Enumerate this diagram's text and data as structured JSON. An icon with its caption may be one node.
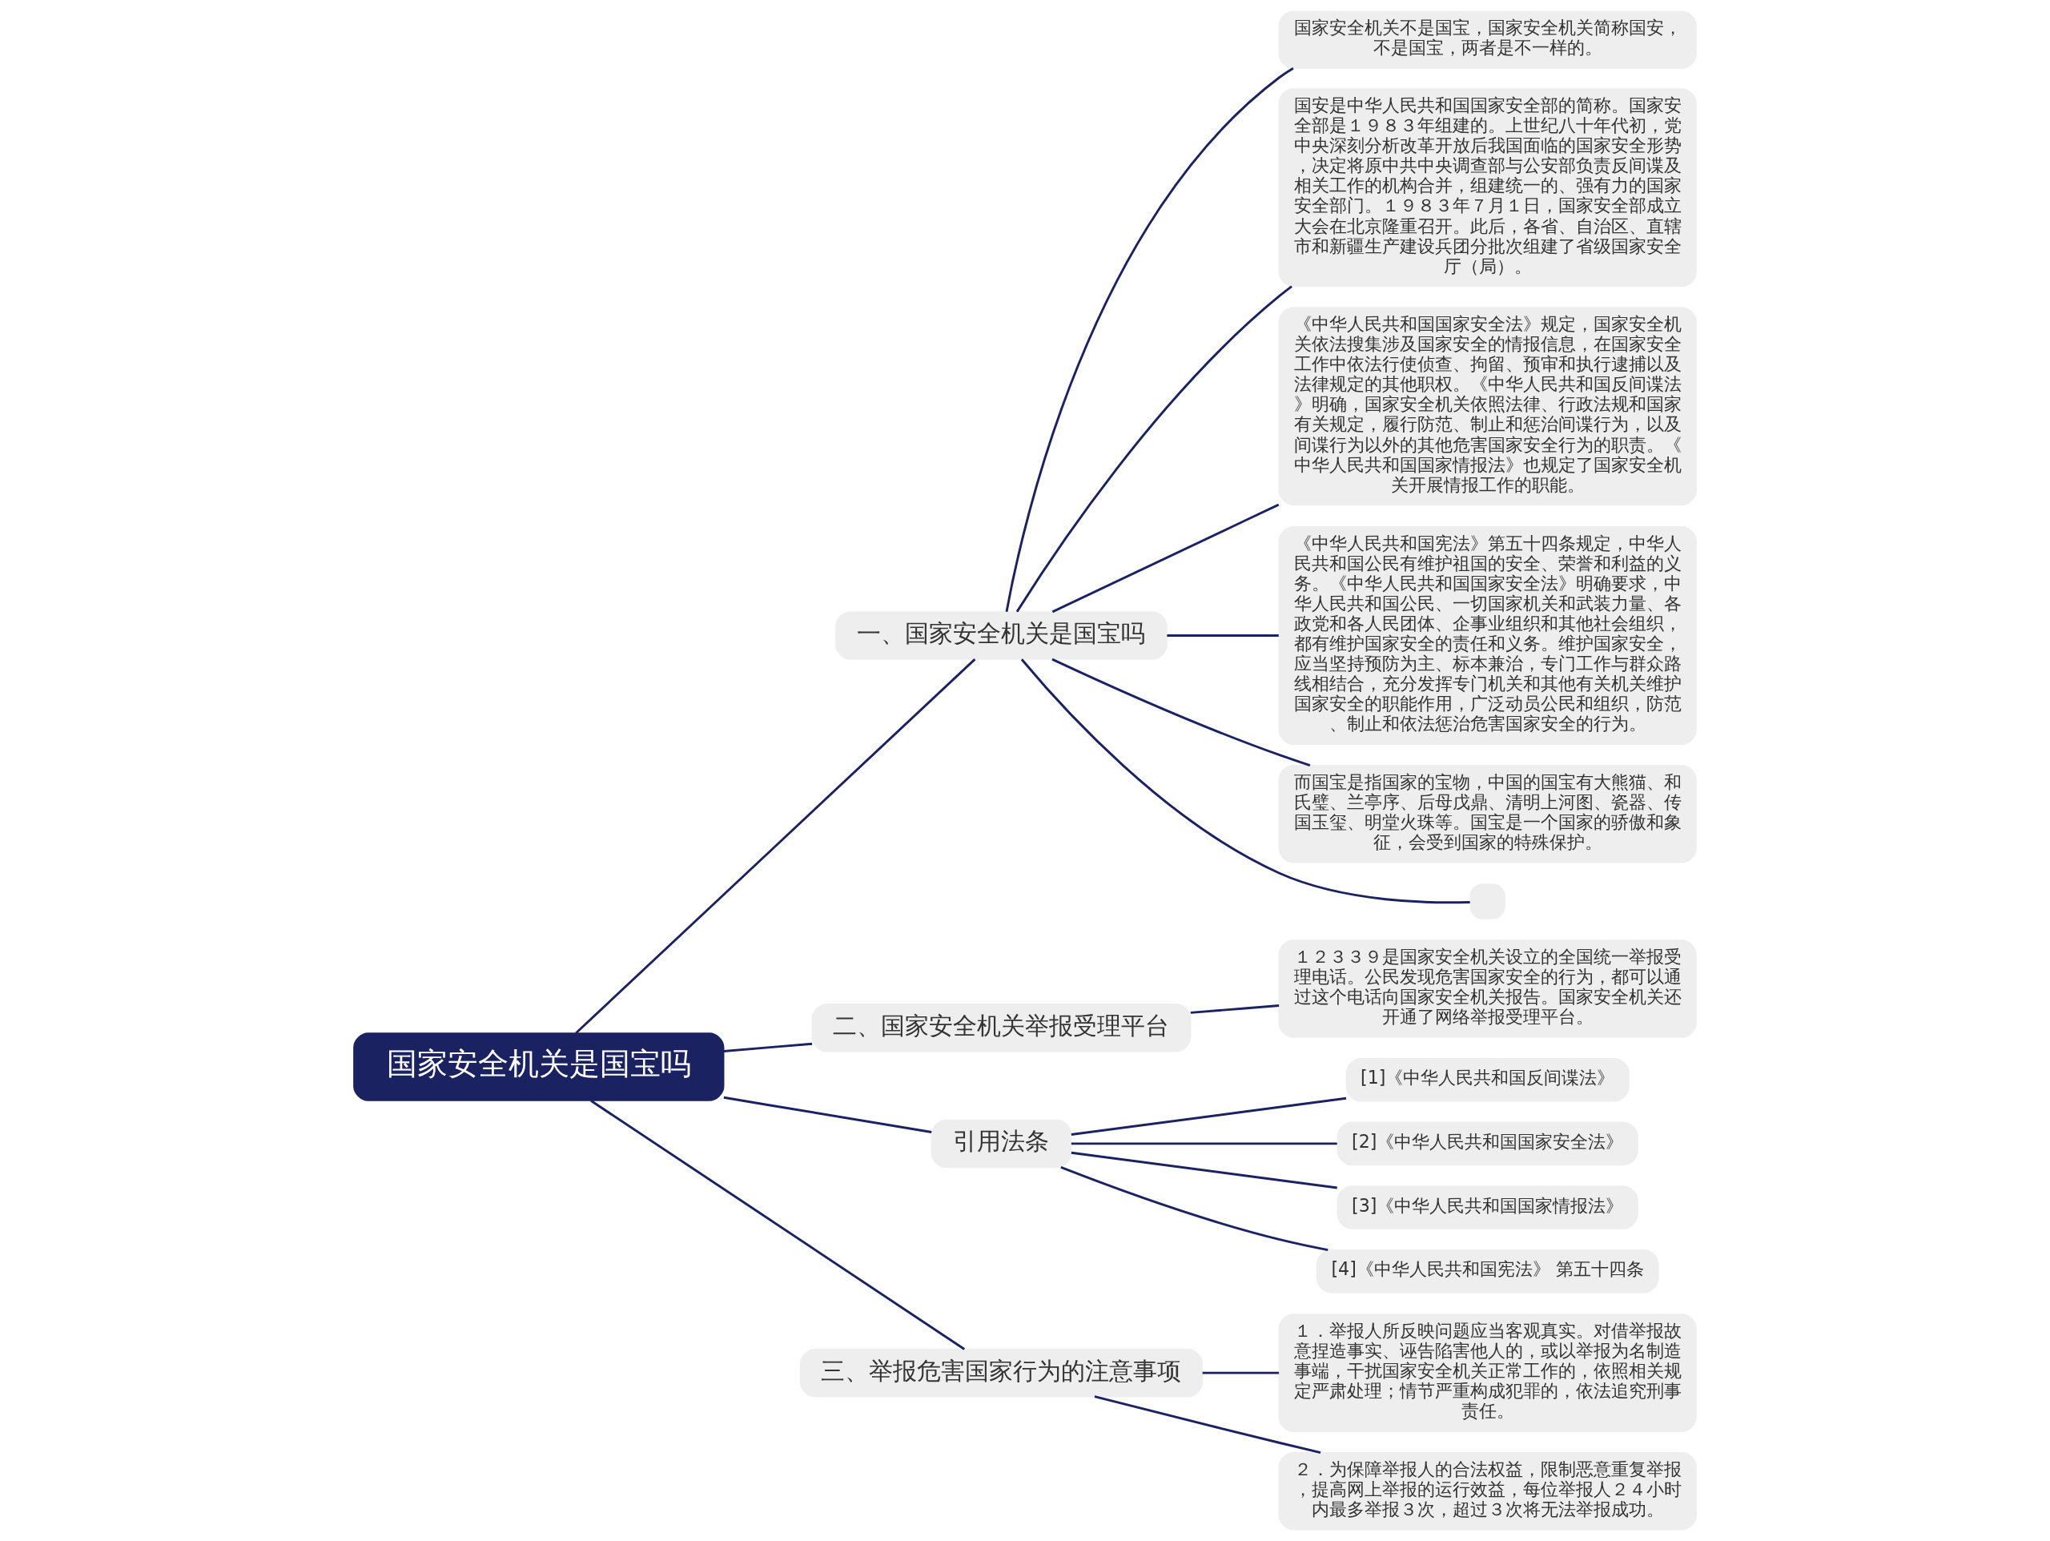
{
  "diagram": {
    "nodes": [
      {
        "text": [
          "国家安全机关是国宝吗"
        ]
      },
      {
        "text": [
          "一、国家安全机关是国宝吗"
        ]
      },
      {
        "text": [
          "国家安全机关不是国宝，国家安全机关简称国安，不是国宝，两者是不一样的。"
        ]
      },
      {
        "text": [
          "国安是中华人民共和国国家安全部的简称。国家安全部是１９８３年组建的。上世纪八十年代初，党中央深刻分析改革开放后我国面临的国家安全形势，决定将原中共中央调查部与公安部负责反间谍及相关工作的机构合并，组建统一的、强有力的国家安全部门。１９８３年７月１日，国家安全部成立大会在北京隆重召开。此后，各省、自治区、直辖市和新疆生产建设兵团分批次组建了省级国家安全厅（局）。"
        ]
      },
      {
        "text": [
          "《中华人民共和国国家安全法》规定，国家安全机关依法搜集涉及国家安全的情报信息，在国家安全工作中依法行使侦查、拘留、预审和执行逮捕以及法律规定的其他职权。《中华人民共和国反间谍法》明确，国家安全机关依照法律、行政法规和国家有关规定，履行防范、制止和惩治间谍行为，以及间谍行为以外的其他危害国家安全行为的职责。《中华人民共和国国家情报法》也规定了国家安全机关开展情报工作的职能。"
        ]
      },
      {
        "text": [
          "《中华人民共和国宪法》第五十四条规定，中华人民共和国公民有维护祖国的安全、荣誉和利益的义务。《中华人民共和国国家安全法》明确要求，中华人民共和国公民、一切国家机关和武装力量、各政党和各人民团体、企事业组织和其他社会组织，都有维护国家安全的责任和义务。维护国家安全，应当坚持预防为主、标本兼治，专门工作与群众路线相结合，充分发挥专门机关和其他有关机关维护国家安全的职能作用，广泛动员公民和组织，防范、制止和依法惩治危害国家安全的行为。"
        ]
      },
      {
        "text": [
          "而国宝是指国家的宝物，中国的国宝有大熊猫、和氏璧、兰亭序、后母戊鼎、清明上河图、瓷器、传国玉玺、明堂火珠等。国宝是一个国家的骄傲和象征，会受到国家的特殊保护。"
        ]
      },
      {
        "text": [],
        "shape": "box"
      },
      {
        "text": [
          "二、国家安全机关举报受理平台"
        ]
      },
      {
        "text": [
          "１２３３９是国家安全机关设立的全国统一举报受理电话。公民发现危害国家安全的行为，都可以通过这个电话向国家安全机关报告。国家安全机关还开通了网络举报受理平台。"
        ]
      },
      {
        "text": [
          "引用法条"
        ]
      },
      {
        "text": [
          "[1]《中华人民共和国反间谍法》"
        ]
      },
      {
        "text": [
          "[2]《中华人民共和国国家安全法》"
        ]
      },
      {
        "text": [
          "[3]《中华人民共和国国家情报法》"
        ]
      },
      {
        "text": [
          "[4]《中华人民共和国宪法》 第五十四条"
        ]
      },
      {
        "text": [
          "三、举报危害国家行为的注意事项"
        ]
      },
      {
        "text": [
          "１．举报人所反映问题应当客观真实。对借举报故意捏造事实、诬告陷害他人的，或以举报为名制造事端，干扰国家安全机关正常工作的，依照相关规定严肃处理；情节严重构成犯罪的，依法追究刑事责任。"
        ]
      },
      {
        "text": [
          "２．为保障举报人的合法权益，限制恶意重复举报，提高网上举报的运行效益，每位举报人２４小时内最多举报３次，超过３次将无法举报成功。"
        ]
      }
    ],
    "edges": [
      {
        "from": 0,
        "to": 1,
        "arrow": "none"
      },
      {
        "from": 1,
        "to": 2,
        "arrow": "none"
      },
      {
        "from": 1,
        "to": 3,
        "arrow": "none"
      },
      {
        "from": 1,
        "to": 4,
        "arrow": "none"
      },
      {
        "from": 1,
        "to": 5,
        "arrow": "none"
      },
      {
        "from": 1,
        "to": 6,
        "arrow": "none"
      },
      {
        "from": 1,
        "to": 7,
        "arrow": "none"
      },
      {
        "from": 0,
        "to": 8,
        "arrow": "none"
      },
      {
        "from": 8,
        "to": 9,
        "arrow": "none"
      },
      {
        "from": 0,
        "to": 10,
        "arrow": "none"
      },
      {
        "from": 10,
        "to": 11,
        "arrow": "none"
      },
      {
        "from": 10,
        "to": 12,
        "arrow": "none"
      },
      {
        "from": 10,
        "to": 13,
        "arrow": "none"
      },
      {
        "from": 10,
        "to": 14,
        "arrow": "none"
      },
      {
        "from": 0,
        "to": 15,
        "arrow": "none"
      },
      {
        "from": 15,
        "to": 16,
        "arrow": "none"
      },
      {
        "from": 15,
        "to": 17,
        "arrow": "none"
      }
    ]
  }
}
